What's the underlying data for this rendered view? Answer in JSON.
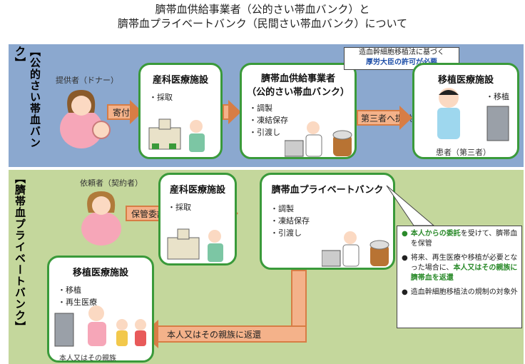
{
  "title_lines": [
    "臍帯血供給事業者（公的さい帯血バンク）と",
    "臍帯血プライベートバンク（民間さい帯血バンク）について"
  ],
  "top_section": {
    "label": "【公的さい帯血バンク】",
    "donor_label": "提供者（ドナー）",
    "arrow1_label": "寄付",
    "obstetric": {
      "title": "産科医療施設",
      "items": [
        "採取"
      ]
    },
    "public_bank": {
      "title_line1": "臍帯血供給事業者",
      "title_line2": "（公的さい帯血バンク）",
      "items": [
        "調製",
        "凍結保存",
        "引渡し"
      ]
    },
    "callout_line1": "造血幹細胞移植法に基づく",
    "callout_line2": "厚労大臣の許可が必要",
    "arrow2_label": "第三者へ提供",
    "transplant": {
      "title": "移植医療施設",
      "items": [
        "移植"
      ],
      "patient_label": "患者（第三者）"
    }
  },
  "bottom_section": {
    "label": "【臍帯血プライベートバンク】",
    "client_label": "依頼者（契約者）",
    "arrow1_label": "保管委託契約",
    "obstetric": {
      "title": "産科医療施設",
      "items": [
        "採取"
      ]
    },
    "private_bank": {
      "title": "臍帯血プライベートバンク",
      "items": [
        "調製",
        "凍結保存",
        "引渡し"
      ]
    },
    "transplant": {
      "title": "移植医療施設",
      "items": [
        "移植",
        "再生医療"
      ],
      "person_label": "本人又はその親族"
    },
    "return_arrow_label": "本人又はその親族に返還",
    "notes": [
      {
        "text_pre": "",
        "text_highlight": "本人からの委託",
        "text_post": "を受けて、臍帯血を保管"
      },
      {
        "text_pre": "将来、再生医療や移植が必要となった場合に、",
        "text_highlight": "本人又はその親族に臍帯血を返還",
        "text_post": ""
      },
      {
        "text_pre": "造血幹細胞移植法の規制の対象外",
        "text_highlight": "",
        "text_post": ""
      }
    ]
  },
  "colors": {
    "top_band": "#8ba8cf",
    "bottom_band": "#c4d79c",
    "box_border": "#3a9a3a",
    "arrow_fill": "#f4b28a",
    "highlight_blue": "#1f4fa8",
    "highlight_green": "#2a8a2a"
  }
}
